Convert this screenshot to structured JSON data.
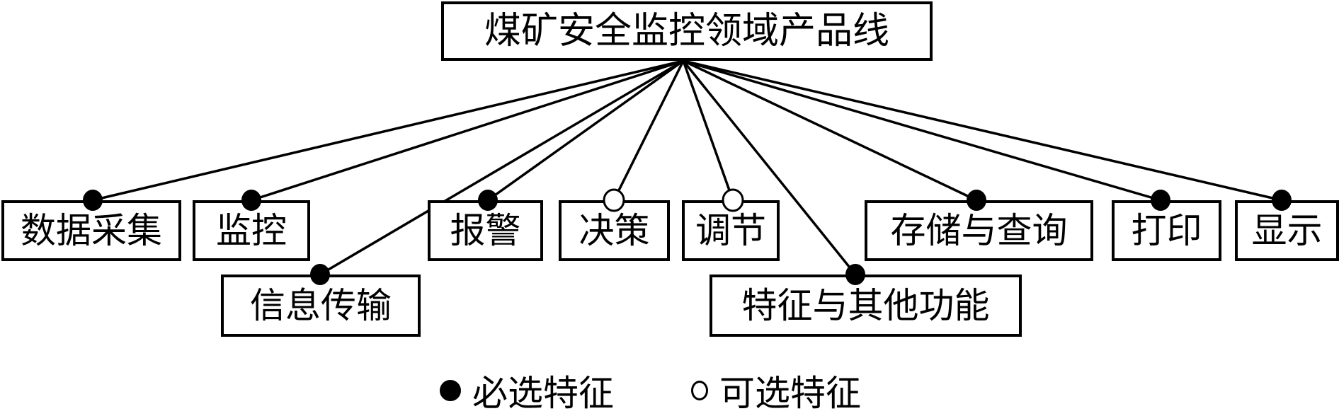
{
  "root": {
    "label": "煤矿安全监控领域产品线"
  },
  "features": [
    {
      "id": "data-acquisition",
      "label": "数据采集",
      "type": "mandatory"
    },
    {
      "id": "monitoring",
      "label": "监控",
      "type": "mandatory"
    },
    {
      "id": "info-transmission",
      "label": "信息传输",
      "type": "mandatory"
    },
    {
      "id": "alarm",
      "label": "报警",
      "type": "mandatory"
    },
    {
      "id": "decision",
      "label": "决策",
      "type": "optional"
    },
    {
      "id": "regulation",
      "label": "调节",
      "type": "optional"
    },
    {
      "id": "features-other",
      "label": "特征与其他功能",
      "type": "mandatory"
    },
    {
      "id": "storage-query",
      "label": "存储与查询",
      "type": "mandatory"
    },
    {
      "id": "print",
      "label": "打印",
      "type": "mandatory"
    },
    {
      "id": "display",
      "label": "显示",
      "type": "mandatory"
    }
  ],
  "legend": {
    "mandatory": "必选特征",
    "optional": "可选特征"
  },
  "colors": {
    "stroke": "#000000",
    "background": "#ffffff"
  }
}
